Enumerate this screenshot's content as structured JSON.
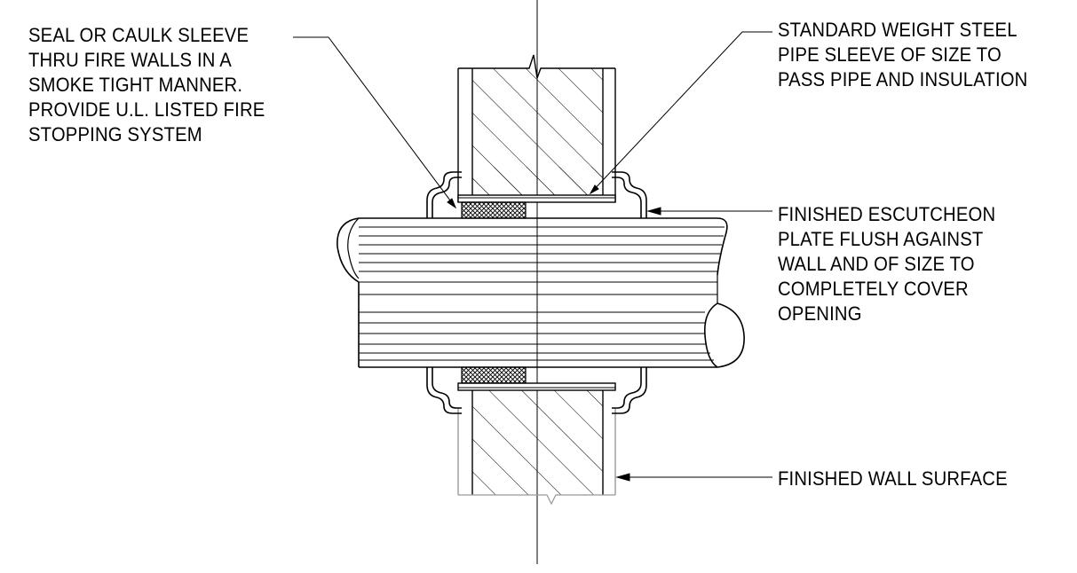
{
  "notes": {
    "seal": {
      "lines": [
        "SEAL OR CAULK SLEEVE",
        "THRU FIRE WALLS IN A",
        "SMOKE TIGHT MANNER.",
        "PROVIDE U.L. LISTED FIRE",
        "STOPPING SYSTEM"
      ]
    },
    "sleeve": {
      "lines": [
        "STANDARD WEIGHT STEEL",
        "PIPE SLEEVE OF SIZE TO",
        "PASS PIPE AND INSULATION"
      ]
    },
    "escutcheon": {
      "lines": [
        "FINISHED ESCUTCHEON",
        "PLATE FLUSH AGAINST",
        "WALL AND OF SIZE TO",
        "COMPLETELY COVER",
        "OPENING"
      ]
    },
    "wall": {
      "lines": [
        "FINISHED WALL SURFACE"
      ]
    }
  }
}
